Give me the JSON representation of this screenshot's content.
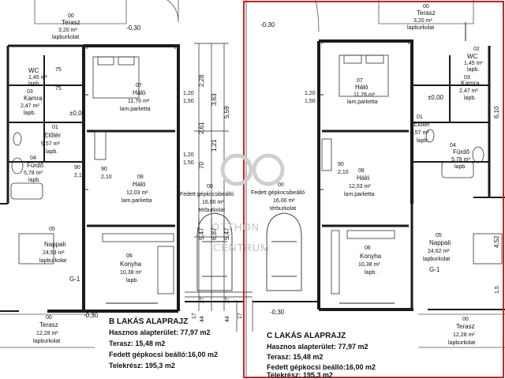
{
  "level_marks": [
    "-0,30",
    "-0,30",
    "±0,00",
    "±0,00",
    "-0,30",
    "-0,30"
  ],
  "rooms_b": {
    "terrace_top": {
      "no": "00",
      "name": "Terasz",
      "area": "3,20 m²",
      "floor": "lapburkolat"
    },
    "wc": {
      "no": "",
      "name": "WC",
      "area": "1,45 m²",
      "floor": "lapb."
    },
    "storage": {
      "no": "03",
      "name": "Kamra",
      "area": "2,47 m²",
      "floor": "lapb."
    },
    "hall": {
      "no": "01",
      "name": "Előtér",
      "area": "9,57 m²",
      "floor": "lapb."
    },
    "bath": {
      "no": "04",
      "name": "Fürdő",
      "area": "5,78 m²",
      "floor": "lapb."
    },
    "bedroom1": {
      "no": "07",
      "name": "Háló",
      "area": "11,76 m²",
      "floor": "lam.parketta"
    },
    "bedroom2": {
      "no": "08",
      "name": "Háló",
      "area": "12,03 m²",
      "floor": "lam.parketta"
    },
    "living": {
      "no": "05",
      "name": "Nappali",
      "area": "24,53 m²",
      "floor": "lapburkolat"
    },
    "kitchen": {
      "no": "06",
      "name": "Konyha",
      "area": "10,38 m²",
      "floor": "lapb."
    },
    "carport": {
      "no": "00",
      "name": "Fedett gépkocsibeálló",
      "area": "16,00 m²",
      "floor": "térburkolat"
    },
    "terrace_bottom": {
      "no": "00",
      "name": "Terasz",
      "area": "12,28 m²",
      "floor": "lapburkolat"
    }
  },
  "rooms_c": {
    "terrace_top": {
      "no": "00",
      "name": "Terasz",
      "area": "3,20 m²",
      "floor": "lapburkolat"
    },
    "wc": {
      "no": "02",
      "name": "WC",
      "area": "1,45 m²",
      "floor": "lapb."
    },
    "storage": {
      "no": "03",
      "name": "Kamra",
      "area": "2,47 m²",
      "floor": "lapb."
    },
    "hall": {
      "no": "01",
      "name": "Előtér",
      "area": "9,57 m²",
      "floor": "lapb."
    },
    "bath": {
      "no": "04",
      "name": "Fürdő",
      "area": "5,78 m²",
      "floor": "lapb."
    },
    "bedroom1": {
      "no": "07",
      "name": "Háló",
      "area": "11,76 m²",
      "floor": "lam.parketta"
    },
    "bedroom2": {
      "no": "08",
      "name": "Háló",
      "area": "12,03 m²",
      "floor": "lam.parketta"
    },
    "living": {
      "no": "05",
      "name": "Nappali",
      "area": "24,62 m²",
      "floor": "lapburkolat"
    },
    "kitchen": {
      "no": "06",
      "name": "Konyha",
      "area": "10,38 m²",
      "floor": "lapb."
    },
    "carport": {
      "no": "00",
      "name": "Fedett gépkocsibeálló",
      "area": "16,00 m²",
      "floor": "térburkolat"
    },
    "terrace_bottom": {
      "no": "00",
      "name": "Terasz",
      "area": "12,28 m²",
      "floor": "lapburkolat"
    }
  },
  "dims": {
    "vertical": [
      "2,28",
      "3,63",
      "5,59",
      "2,61",
      "1,21",
      "70",
      "5,47",
      "6,87",
      "5,47",
      "44",
      "27",
      "17",
      "27",
      "44",
      "17"
    ],
    "openings": [
      "1,20",
      "1,50",
      "1,20",
      "1,50",
      "1,20",
      "1,50",
      "90",
      "2,10",
      "90",
      "2,10",
      "75",
      "75",
      "90",
      "2,10"
    ],
    "right": [
      "6,10",
      "4,52",
      "1,5"
    ]
  },
  "section_mark": "G-1",
  "section_mark_c": "G-1",
  "watermark": {
    "line1": "OTTHON",
    "line2": "CENTRUM"
  },
  "summary_b": {
    "title": "B LAKÁS ALAPRAJZ",
    "line1": "Hasznos alapterület: 77,97 m2",
    "line2": "Terasz: 15,48 m2",
    "line3": "Fedett gépkocsi beálló:16,00 m2",
    "line4": "Telekrész: 195,3 m2"
  },
  "summary_c": {
    "title": "C LAKÁS ALAPRAJZ",
    "line1": "Hasznos alapterület: 77,97 m2",
    "line2": "Terasz: 15,48 m2",
    "line3": "Fedett gépkocsi beálló:16,00 m2",
    "line4": "Telekrész: 195,3 m2"
  },
  "colors": {
    "wall": "#1a1a1a",
    "highlight": "#d42020",
    "watermark": "#bfbfbf"
  }
}
